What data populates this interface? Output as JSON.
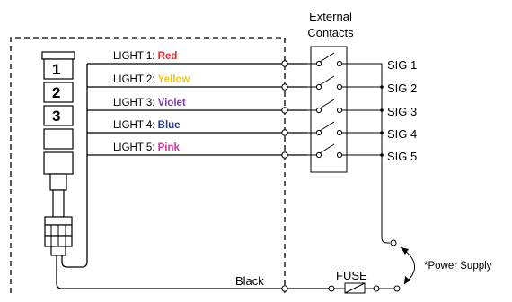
{
  "external_contacts": {
    "line1": "External",
    "line2": "Contacts"
  },
  "tower_segments": [
    "1",
    "2",
    "3"
  ],
  "lights": [
    {
      "prefix": "LIGHT 1: ",
      "color_name": "Red",
      "color": "#e8272b"
    },
    {
      "prefix": "LIGHT 2: ",
      "color_name": "Yellow",
      "color": "#f5c518"
    },
    {
      "prefix": "LIGHT 3: ",
      "color_name": "Violet",
      "color": "#7b3fa0"
    },
    {
      "prefix": "LIGHT 4: ",
      "color_name": "Blue",
      "color": "#2a3a96"
    },
    {
      "prefix": "LIGHT 5: ",
      "color_name": "Pink",
      "color": "#d6359b"
    }
  ],
  "signals": [
    "SIG 1",
    "SIG 2",
    "SIG 3",
    "SIG 4",
    "SIG 5"
  ],
  "black_label": "Black",
  "fuse_label": "FUSE",
  "power_supply_label": "*Power Supply"
}
